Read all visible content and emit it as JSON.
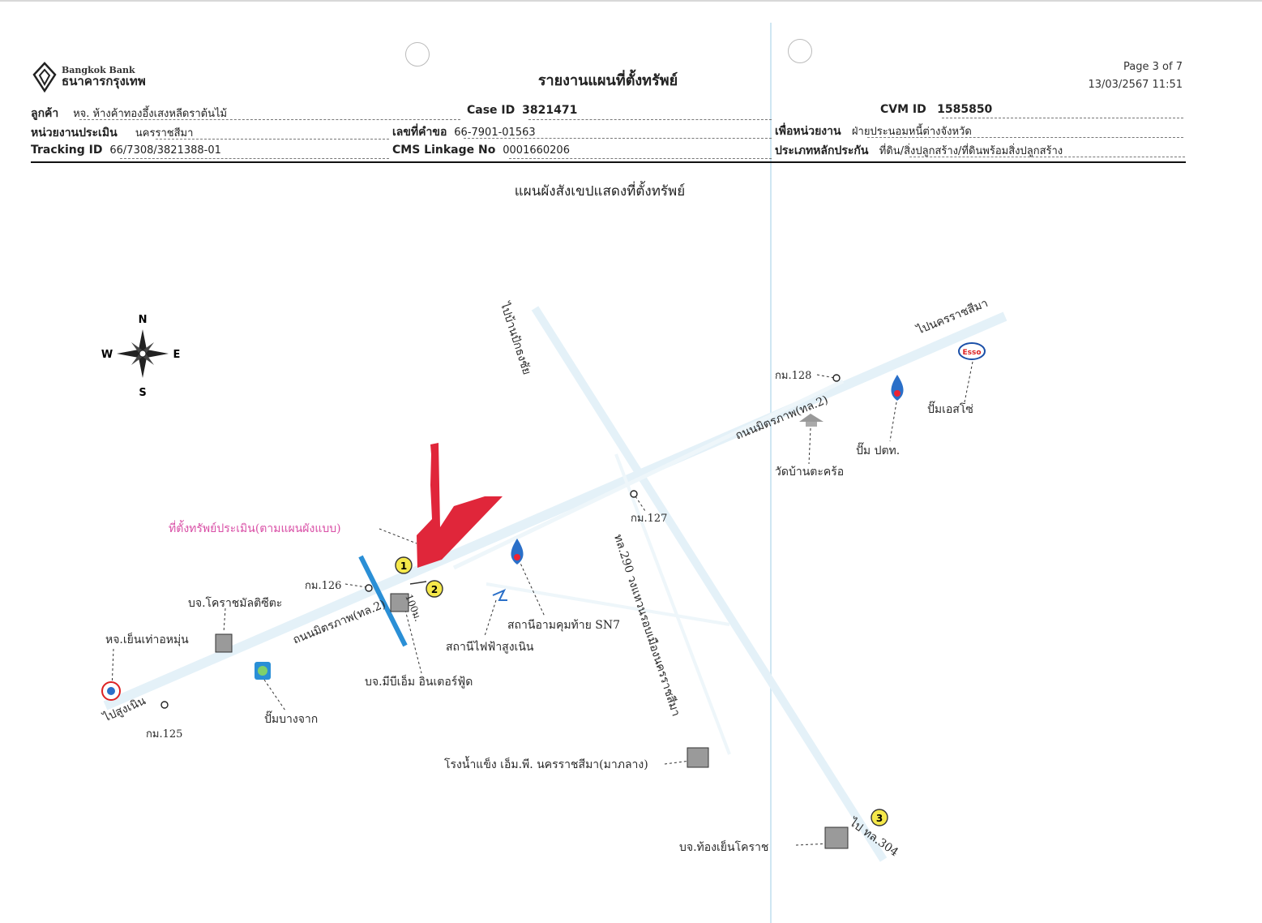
{
  "header": {
    "logo_en": "Bangkok Bank",
    "logo_th": "ธนาคารกรุงเทพ",
    "title": "รายงานแผนที่ตั้งทรัพย์",
    "page": "Page 3 of 7",
    "datetime": "13/03/2567 11:51"
  },
  "info": {
    "customer_label": "ลูกค้า",
    "customer_value": "หจ. ห้างค้าทองอึ้งเสงหลีดราต้นไม้",
    "case_label": "Case ID",
    "case_value": "3821471",
    "cvm_label": "CVM ID",
    "cvm_value": "1585850",
    "unit_label": "หน่วยงานประเมิน",
    "unit_value": "นครราชสีมา",
    "request_label": "เลขที่คำขอ",
    "request_value": "66-7901-01563",
    "for_label": "เพื่อหน่วยงาน",
    "for_value": "ฝ่ายประนอมหนี้ต่างจังหวัด",
    "tracking_label": "Tracking ID",
    "tracking_value": "66/7308/3821388-01",
    "cms_label": "CMS Linkage No",
    "cms_value": "0001660206",
    "collateral_label": "ประเภทหลักประกัน",
    "collateral_value": "ที่ดิน/สิ่งปลูกสร้าง/ที่ดินพร้อมสิ่งปลูกสร้าง"
  },
  "map": {
    "subtitle": "แผนผังสังเขปแสดงที่ตั้งทรัพย์",
    "compass": {
      "n": "N",
      "s": "S",
      "e": "E",
      "w": "W"
    },
    "labels": {
      "to_korat": "ไปนครราชสีมา",
      "to_pakthongchai": "ไปบ้านปักธงชัย",
      "km128": "กม.128",
      "km127": "กม.127",
      "km126": "กม.126",
      "km125": "กม.125",
      "road_mittraphap_upper": "ถนนมิตรภาพ(ทล.2)",
      "road_mittraphap_lower": "ถนนมิตรภาพ(ทล.2)",
      "esso": "ปั๊มเอสโซ่",
      "ptt": "ปั๊ม ปตท.",
      "temple": "วัดบ้านตะคร้อ",
      "property": "ที่ตั้งทรัพย์ประเมิน(ตามแผนผังแบบ)",
      "ring_road": "ทล.290 วงแหวนรอบเมืองนครราชสีมา",
      "korat_monument": "บจ.โคราชมัลติซีตะ",
      "factory_left": "หจ.เย็นเท่าอหมุ่น",
      "to_sungnoen": "ไปสูงเนิน",
      "bangchak": "ปั๊มบางจาก",
      "sn7": "สถานีอามคุมท้าย SN7",
      "power_station": "สถานีไฟฟ้าสูงเนิน",
      "mpm": "บจ.มีบีเอ็ม อินเตอร์ฟู้ด",
      "distance": "100ม.",
      "ice_factory": "โรงน้ำแข็ง เอ็ม.พี. นครราชสีมา(มาภลาง)",
      "tongyen": "บจ.ท้องเย็นโคราช",
      "to_304": "ไป ทล.304"
    },
    "markers": [
      "1",
      "2",
      "3"
    ],
    "colors": {
      "property": "#e0263a",
      "road": "#e4f1f8",
      "marker": "#f5e84a",
      "road_blue": "#2a8fd6",
      "magenta": "#d94fa6"
    }
  }
}
